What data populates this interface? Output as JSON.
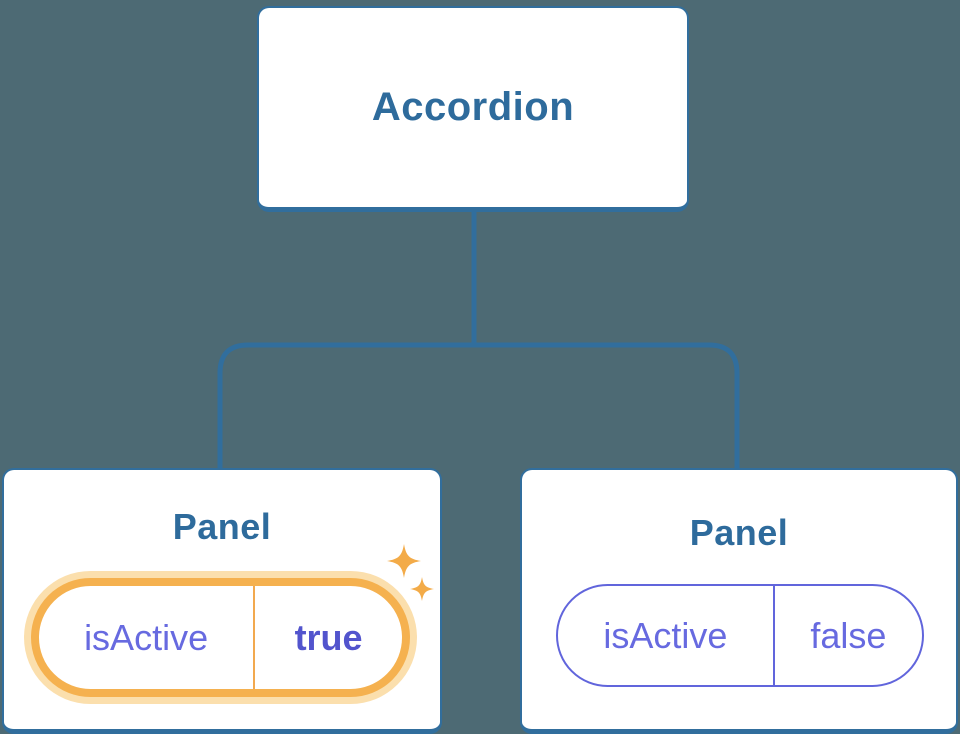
{
  "colors": {
    "background": "#4d6a74",
    "node_fill": "#ffffff",
    "node_border": "#316e9d",
    "node_text": "#2e6b9c",
    "connector": "#316e9d",
    "active_ring": "#f5b14f",
    "active_glow": "#fbdfad",
    "sparkle": "#f3ab48",
    "prop_text": "#676ae0",
    "prop_value_active": "#5254cd",
    "prop_border": "#6165dc",
    "prop_divider_active": "#f2a94f"
  },
  "root": {
    "label": "Accordion"
  },
  "panels": [
    {
      "title": "Panel",
      "prop_name": "isActive",
      "prop_value": "true",
      "active": true,
      "highlight_icon": "sparkles-icon"
    },
    {
      "title": "Panel",
      "prop_name": "isActive",
      "prop_value": "false",
      "active": false
    }
  ]
}
